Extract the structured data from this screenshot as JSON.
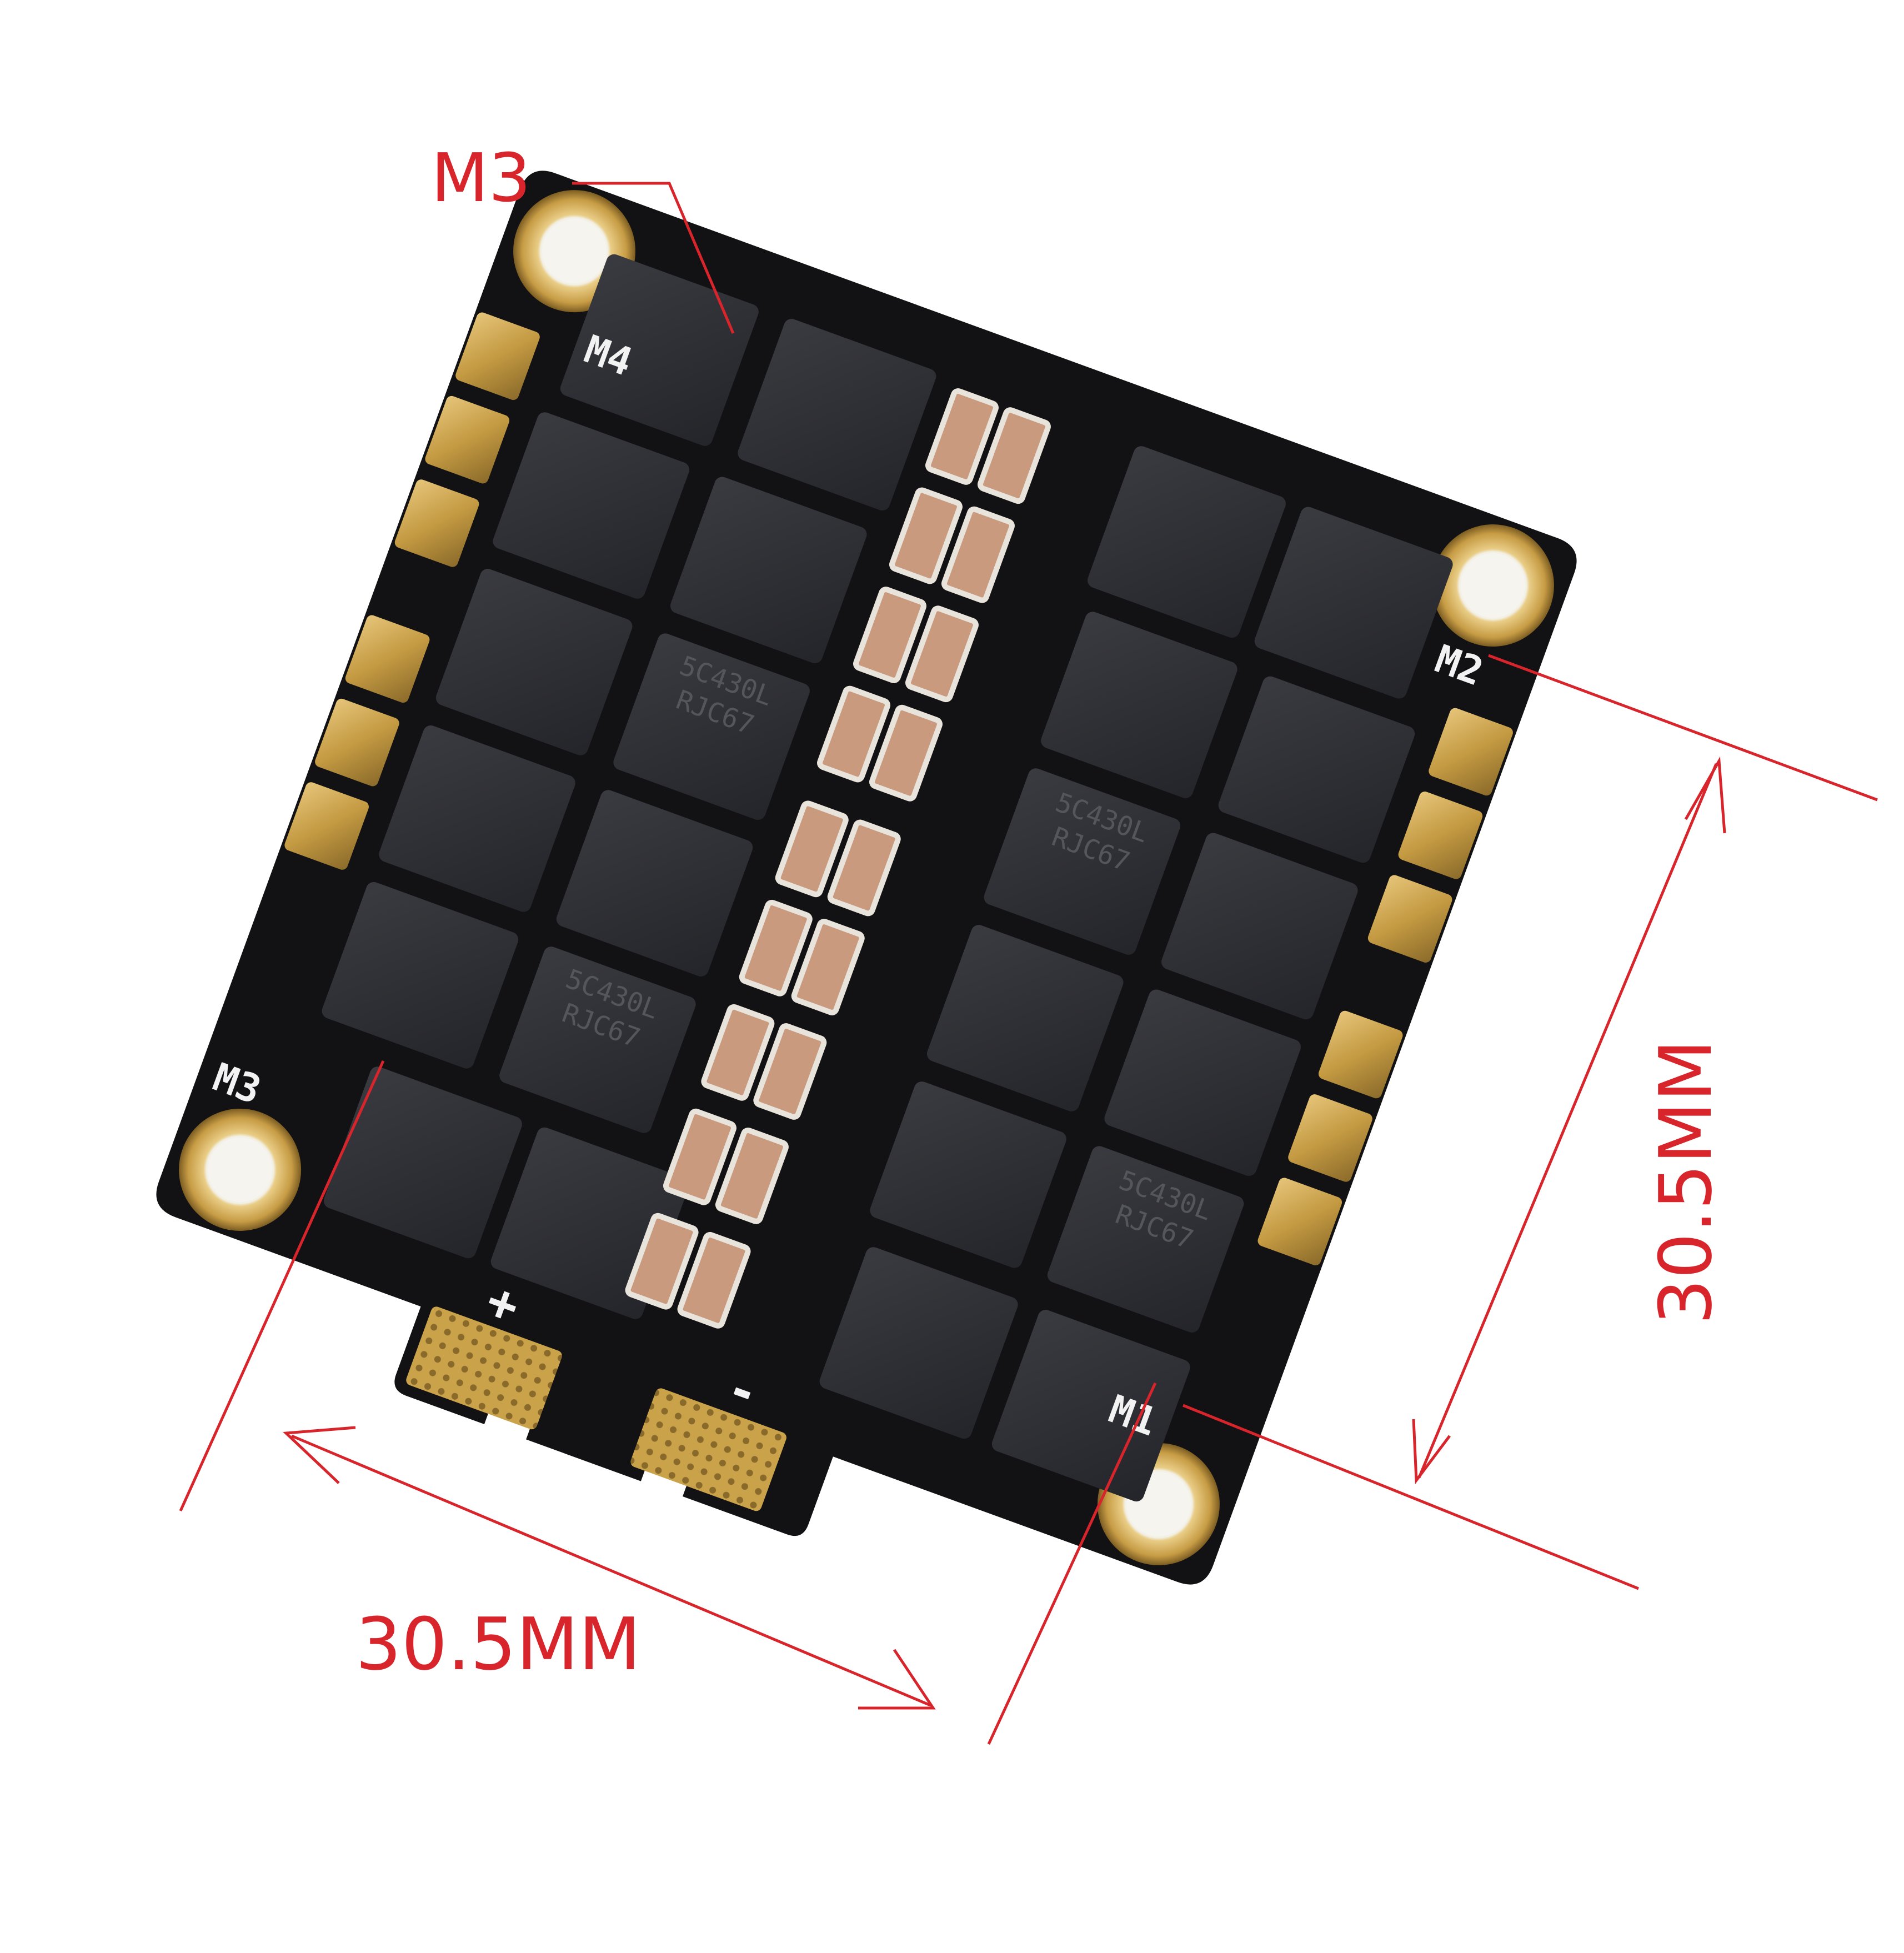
{
  "annotations": {
    "top_label": "M3",
    "width_dimension": "30.5MM",
    "height_dimension": "30.5MM"
  },
  "board": {
    "silkscreen": {
      "m1": "M1",
      "m2": "M2",
      "m3": "M3",
      "m4": "M4",
      "plus": "+",
      "minus": "-"
    },
    "chip_mark_line1": "5C430L",
    "chip_mark_line2": "RJC67"
  },
  "colors": {
    "annotation": "#d8242b",
    "pcb": "#121214",
    "chip": "#2e2f33",
    "gold": "#c9a24a",
    "silkscreen": "#f2f2f2",
    "capacitor": "#c99a7d"
  }
}
